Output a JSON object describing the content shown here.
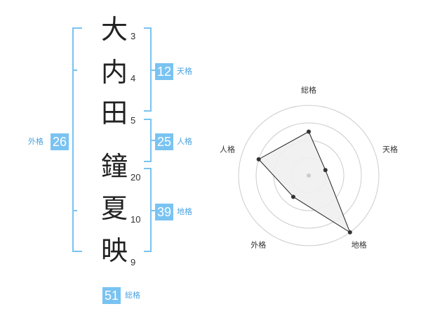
{
  "name": {
    "surname": [
      {
        "char": "大",
        "strokes": "3"
      },
      {
        "char": "内",
        "strokes": "4"
      },
      {
        "char": "田",
        "strokes": "5"
      }
    ],
    "given": [
      {
        "char": "鐘",
        "strokes": "20"
      },
      {
        "char": "夏",
        "strokes": "10"
      },
      {
        "char": "映",
        "strokes": "9"
      }
    ]
  },
  "fortunes": {
    "tenkaku": {
      "value": "12",
      "label": "天格"
    },
    "jinkaku": {
      "value": "25",
      "label": "人格"
    },
    "chikaku": {
      "value": "39",
      "label": "地格"
    },
    "gaikaku": {
      "value": "26",
      "label": "外格"
    },
    "soukaku": {
      "value": "51",
      "label": "総格"
    }
  },
  "radar": {
    "axes": [
      "総格",
      "天格",
      "地格",
      "外格",
      "人格"
    ],
    "levels": 4,
    "max": 4,
    "values": [
      2.5,
      1,
      4,
      1.5,
      3
    ]
  },
  "colors": {
    "accent": "#79c3f2",
    "bracket": "#79c3f2",
    "label": "#4aa3e0",
    "radar_fill": "#efefef",
    "radar_stroke": "#222222",
    "grid": "#cccccc"
  }
}
